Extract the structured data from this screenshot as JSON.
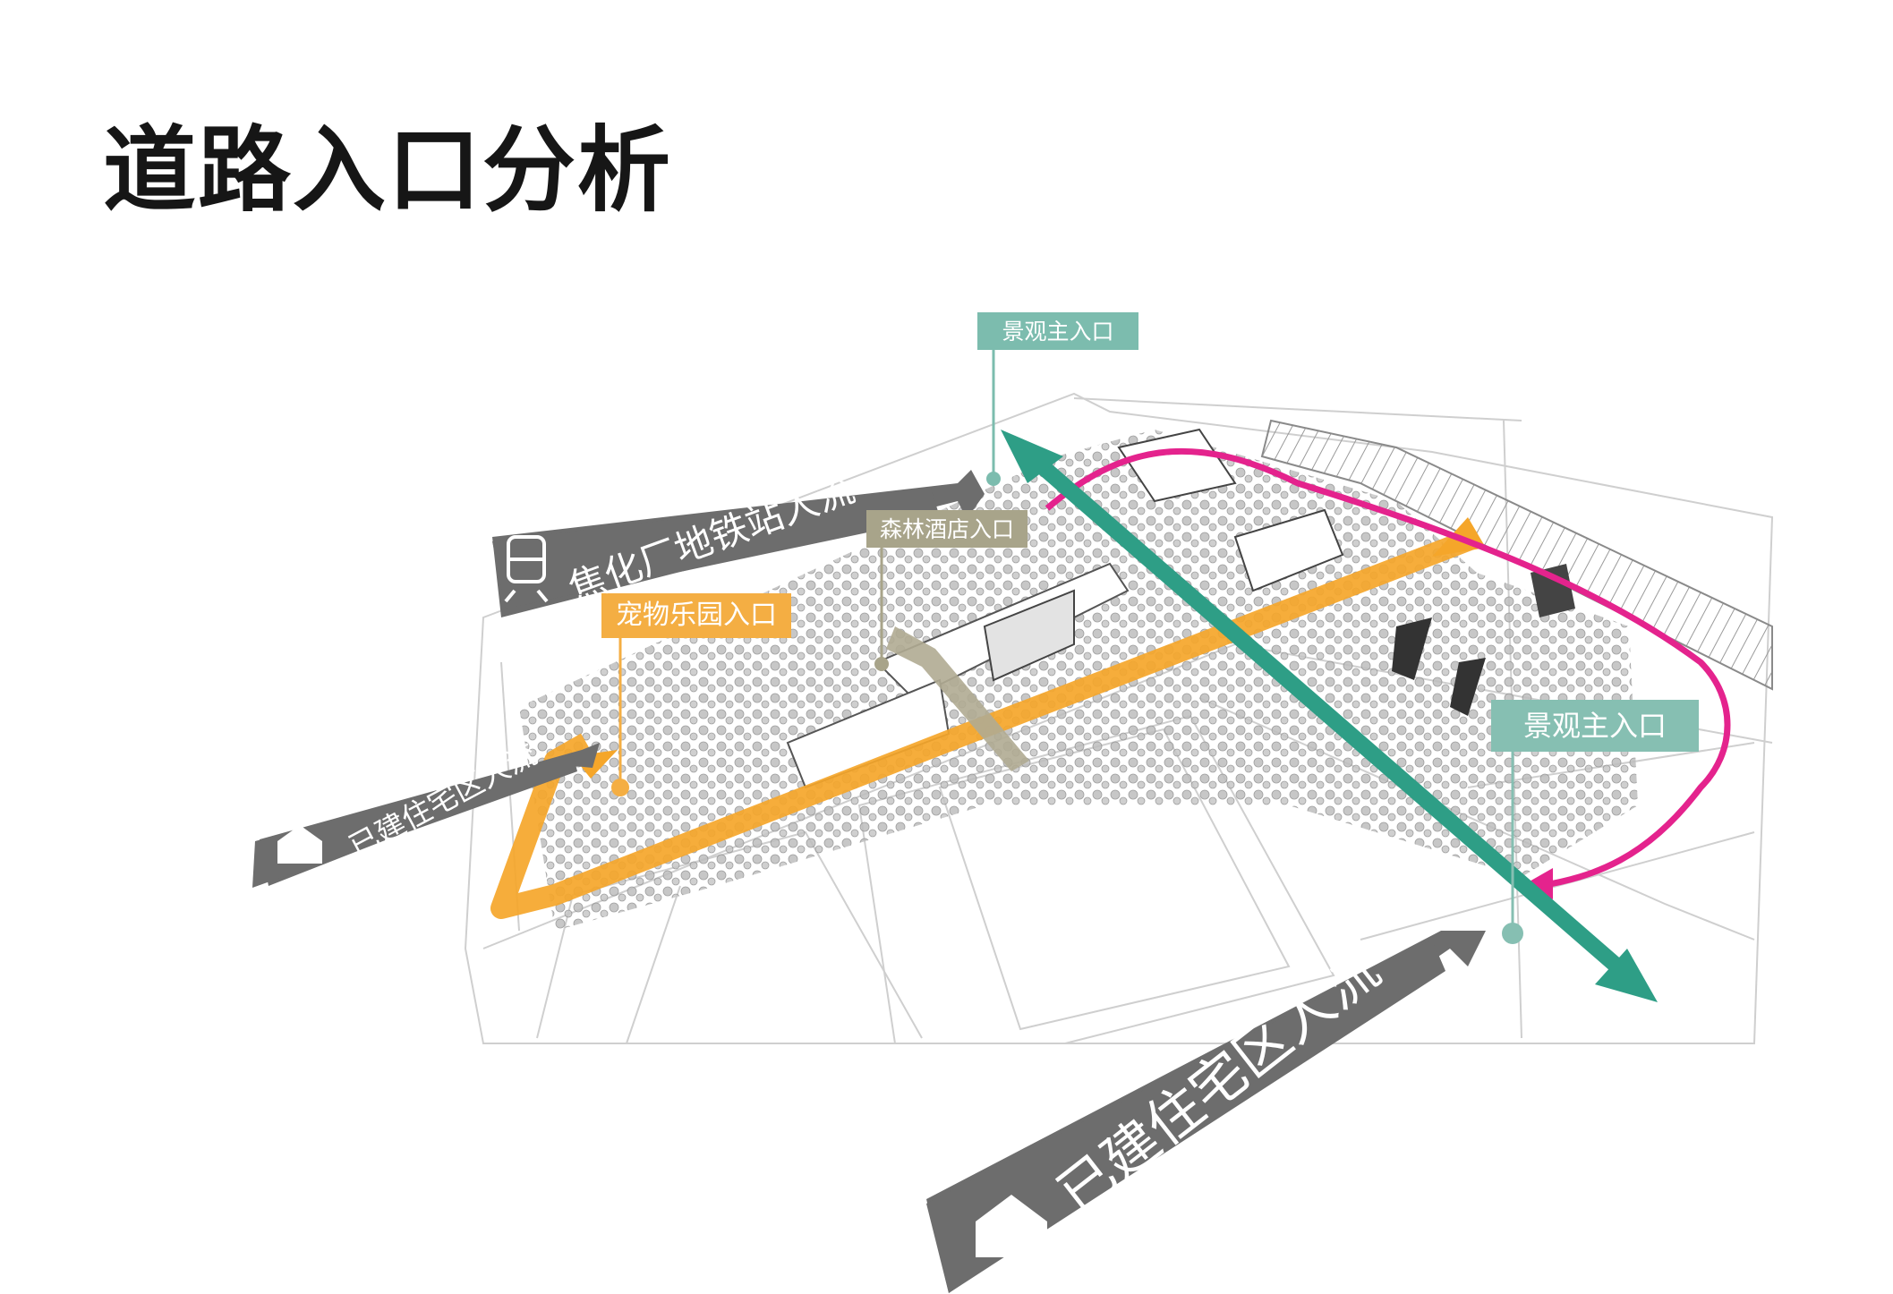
{
  "title": "道路入口分析",
  "labels": {
    "landscape_main_top": "景观主入口",
    "forest_hotel": "森林酒店入口",
    "pet_park": "宠物乐园入口",
    "landscape_main_right": "景观主入口"
  },
  "flows": {
    "metro": "焦化厂地铁站人流",
    "residential_small": "已建住宅区人流",
    "residential_big": "已建住宅区人流"
  },
  "colors": {
    "teal": "#2e9e86",
    "magenta": "#e4238d",
    "orange": "#f5a62a",
    "khaki": "#b0ab92",
    "flow_band": "#6d6d6d"
  },
  "icons": [
    "train-icon",
    "house-icon",
    "house-icon"
  ]
}
